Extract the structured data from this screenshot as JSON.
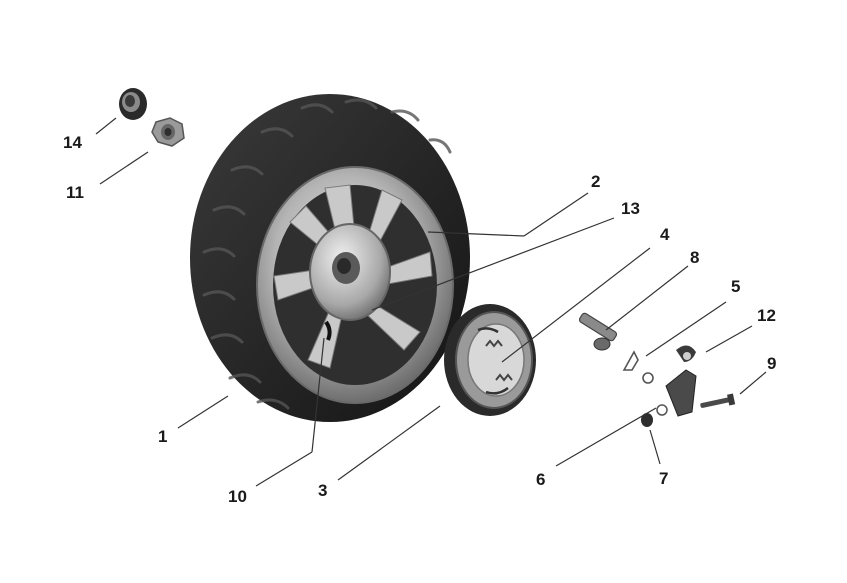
{
  "diagram": {
    "parts": [
      {
        "id": "tire",
        "number": "1"
      },
      {
        "id": "rim",
        "number": "2"
      },
      {
        "id": "brake-shoe",
        "number": "3"
      },
      {
        "id": "brake-spring",
        "number": "4"
      },
      {
        "id": "wear-indicator",
        "number": "5"
      },
      {
        "id": "washer",
        "number": "6"
      },
      {
        "id": "nut",
        "number": "7"
      },
      {
        "id": "brake-cam",
        "number": "8"
      },
      {
        "id": "bolt",
        "number": "9"
      },
      {
        "id": "valve",
        "number": "10"
      },
      {
        "id": "axle-nut",
        "number": "11"
      },
      {
        "id": "brake-lever",
        "number": "12"
      },
      {
        "id": "hub-bearing",
        "number": "13"
      },
      {
        "id": "cap",
        "number": "14"
      }
    ]
  },
  "colors": {
    "tire": "#262626",
    "rim": "#b4b4b4",
    "rim_dark": "#3a3a3a",
    "line": "#333333",
    "text": "#1a1a1a"
  }
}
